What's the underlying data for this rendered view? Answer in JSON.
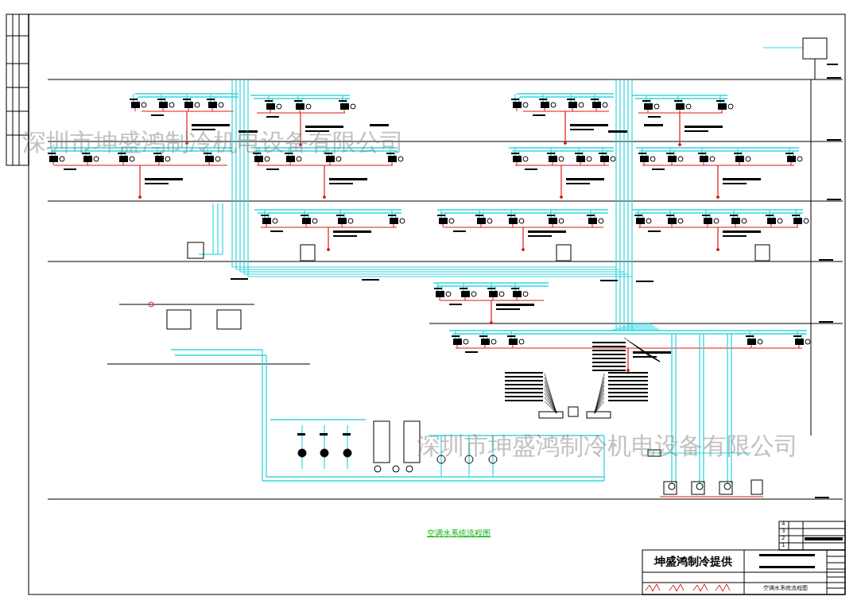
{
  "diagram": {
    "title": "空调水系统流程图",
    "nodes": [
      {
        "text": [
          "坤盛鸿制冷提供"
        ]
      },
      {
        "text": [
          "空调水系统流程图"
        ]
      }
    ],
    "labels": [
      "深圳市坤盛鸿制冷机电设备有限公司",
      "深圳市坤盛鸿制冷机电设备有限公司",
      "4",
      "3",
      "2",
      "1"
    ]
  }
}
